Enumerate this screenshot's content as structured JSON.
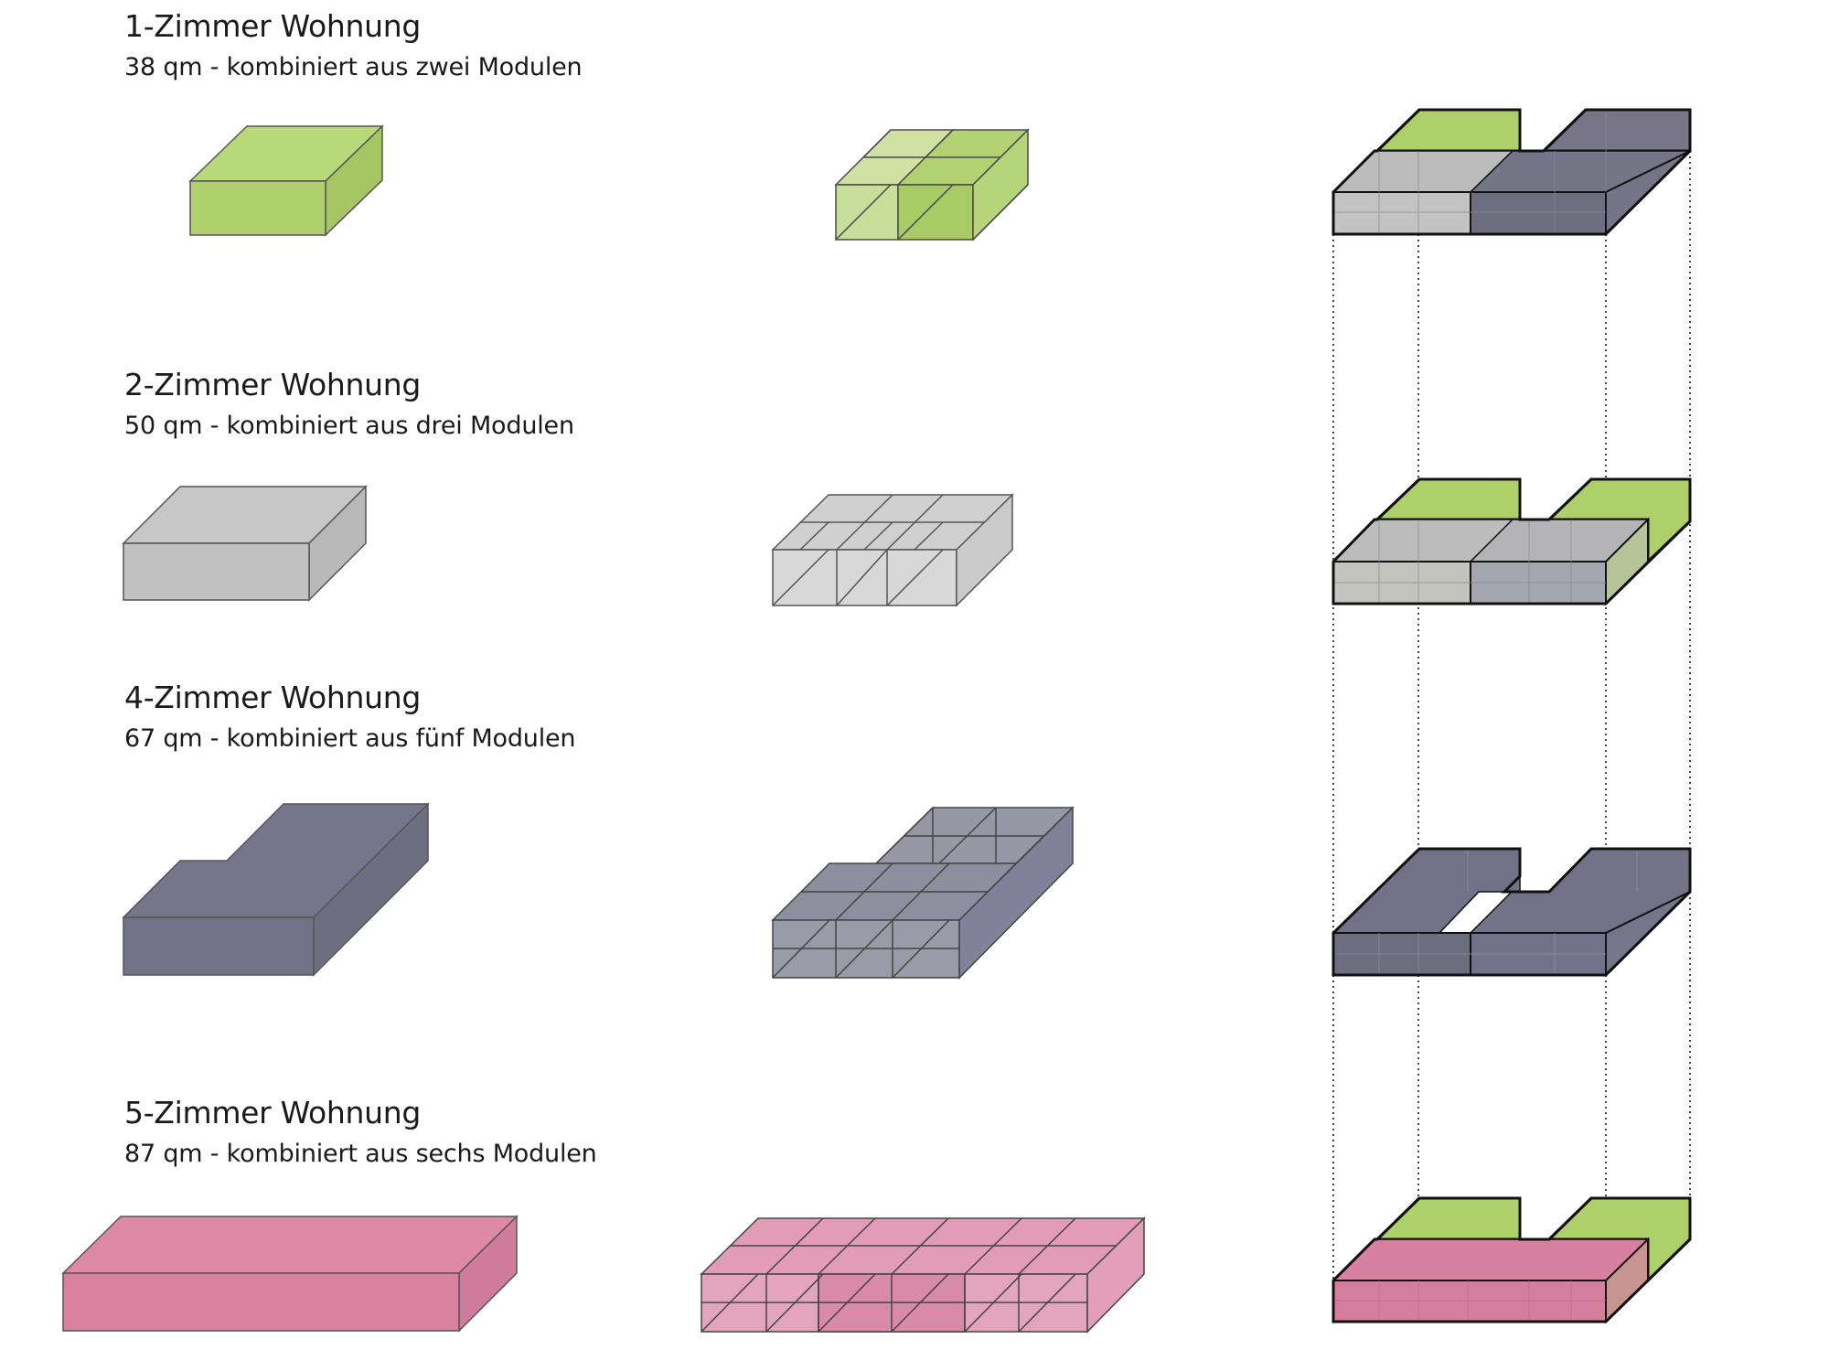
{
  "apartments": [
    {
      "title": "1-Zimmer Wohnung",
      "subtitle": "38 qm - kombiniert aus zwei Modulen"
    },
    {
      "title": "2-Zimmer Wohnung",
      "subtitle": "50 qm - kombiniert aus drei Modulen"
    },
    {
      "title": "4-Zimmer Wohnung",
      "subtitle": "67 qm - kombiniert aus fünf Modulen"
    },
    {
      "title": "5-Zimmer Wohnung",
      "subtitle": "87 qm - kombiniert aus sechs Modulen"
    }
  ],
  "colors": {
    "green": "#b0d06c",
    "grey": "#c4c4c4",
    "slate": "#757387",
    "pink": "#d9819f",
    "stroke": "#333333"
  }
}
